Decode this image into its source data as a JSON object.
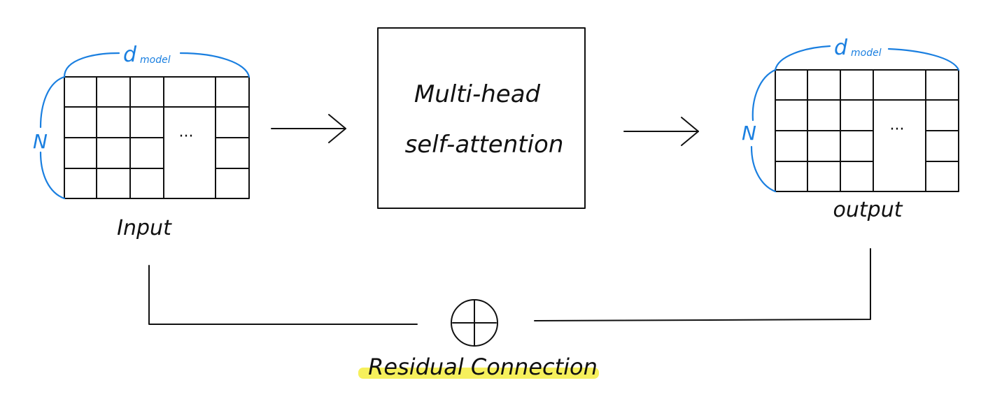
{
  "input_matrix": {
    "label": "Input",
    "width_label_main": "d",
    "width_label_sub": "model",
    "height_label": "N",
    "ellipsis": "···"
  },
  "attention_block": {
    "line1": "Multi-head",
    "line2": "self-attention"
  },
  "output_matrix": {
    "label": "output",
    "width_label_main": "d",
    "width_label_sub": "model",
    "height_label": "N",
    "ellipsis": "···"
  },
  "residual": {
    "symbol": "⊕",
    "label": "Residual Connection",
    "highlight_color": "#f5ee4a"
  },
  "colors": {
    "ink": "#111111",
    "annotation": "#1a7fe0"
  }
}
